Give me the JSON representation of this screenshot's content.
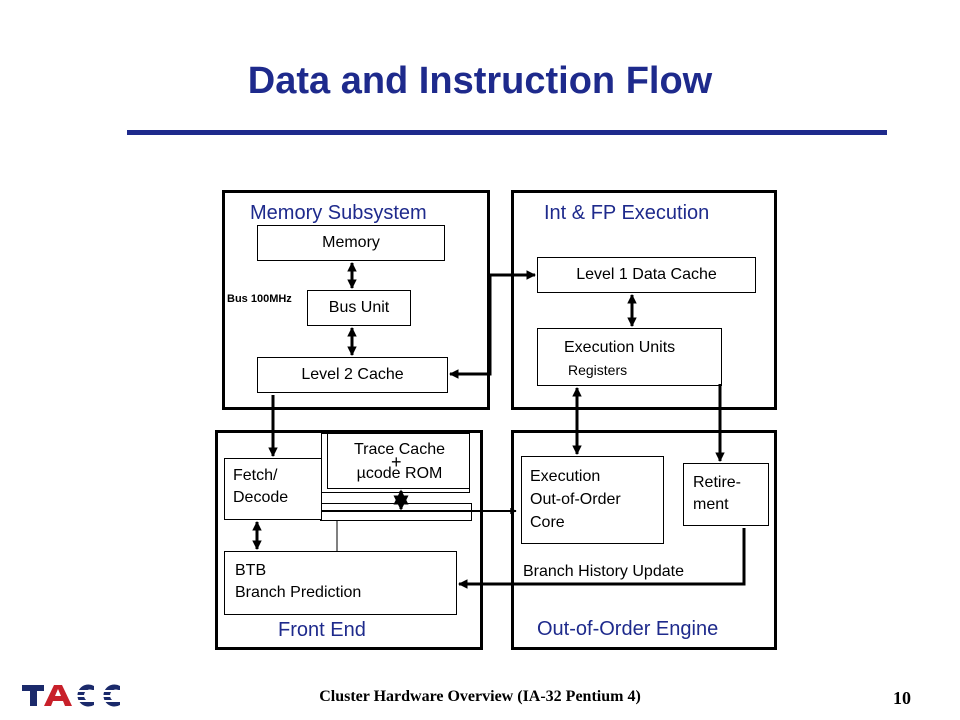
{
  "slide": {
    "title": "Data and Instruction Flow"
  },
  "memory_subsystem": {
    "title": "Memory Subsystem",
    "memory": "Memory",
    "bus_speed": "Bus 100MHz",
    "bus_unit": "Bus Unit",
    "l2_cache": "Level 2 Cache"
  },
  "execution": {
    "title": "Int & FP Execution",
    "l1_cache": "Level 1 Data Cache",
    "units": "Execution Units",
    "registers": "Registers"
  },
  "front_end": {
    "title": "Front End",
    "fetch_line1": "Fetch/",
    "fetch_line2": "Decode",
    "trace_line1": "Trace Cache",
    "trace_plus": "+",
    "trace_line2": "µcode ROM",
    "btb_line1": "BTB",
    "btb_line2": "Branch Prediction"
  },
  "ooo_engine": {
    "title": "Out-of-Order Engine",
    "core_line1": "Execution",
    "core_line2": "Out-of-Order",
    "core_line3": "Core",
    "retire_line1": "Retire-",
    "retire_line2": "ment",
    "branch_history": "Branch History Update"
  },
  "footer": {
    "logo": "TACC",
    "text": "Cluster Hardware Overview (IA-32 Pentium 4)",
    "page_number": "10"
  },
  "colors": {
    "title_blue": "#1e2a8c",
    "logo_red": "#c8202a",
    "logo_navy": "#1b2a6b"
  }
}
